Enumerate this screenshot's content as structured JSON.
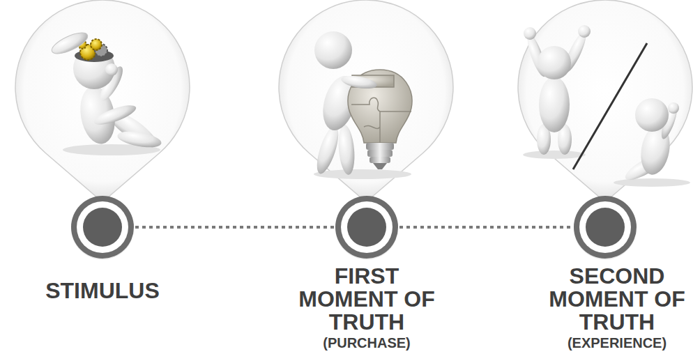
{
  "diagram": {
    "nodes": [
      {
        "text": [
          "STIMULUS"
        ]
      },
      {
        "text": [
          "FIRST MOMENT OF TRUTH",
          "(PURCHASE)"
        ]
      },
      {
        "text": [
          "SECOND MOMENT OF TRUTH",
          "(EXPERIENCE)"
        ]
      }
    ],
    "edges": [
      {
        "from": 0,
        "to": 1,
        "arrow": "none"
      },
      {
        "from": 1,
        "to": 2,
        "arrow": "none"
      }
    ]
  }
}
